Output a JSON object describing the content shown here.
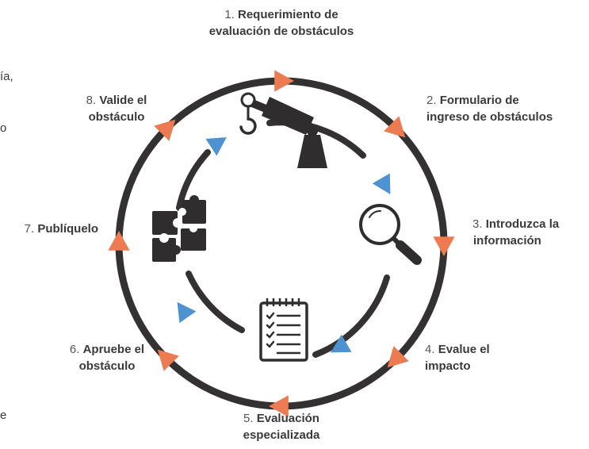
{
  "colors": {
    "ring": "#333132",
    "outer_arrow": "#ec7b51",
    "inner_arrow": "#4f92d2",
    "icon": "#2f2d2e"
  },
  "steps": [
    {
      "num": "1.",
      "line1": "Requerimiento de",
      "line2": "evaluación de obstáculos"
    },
    {
      "num": "2.",
      "line1": "Formulario de",
      "line2": "ingreso de obstáculos"
    },
    {
      "num": "3.",
      "line1": "Introduzca la",
      "line2": "información"
    },
    {
      "num": "4.",
      "line1": "Evalue el",
      "line2": "impacto"
    },
    {
      "num": "5.",
      "line1": "Evaluación",
      "line2": "especializada"
    },
    {
      "num": "6.",
      "line1": "Apruebe el",
      "line2": "obstáculo"
    },
    {
      "num": "7.",
      "line1": "Publíquelo",
      "line2": ""
    },
    {
      "num": "8.",
      "line1": "Valide el",
      "line2": "obstáculo"
    }
  ],
  "edge_fragments": [
    "ía,",
    "o",
    "e"
  ],
  "icons": [
    "crane-hook-icon",
    "magnifier-icon",
    "checklist-icon",
    "puzzle-icon"
  ]
}
